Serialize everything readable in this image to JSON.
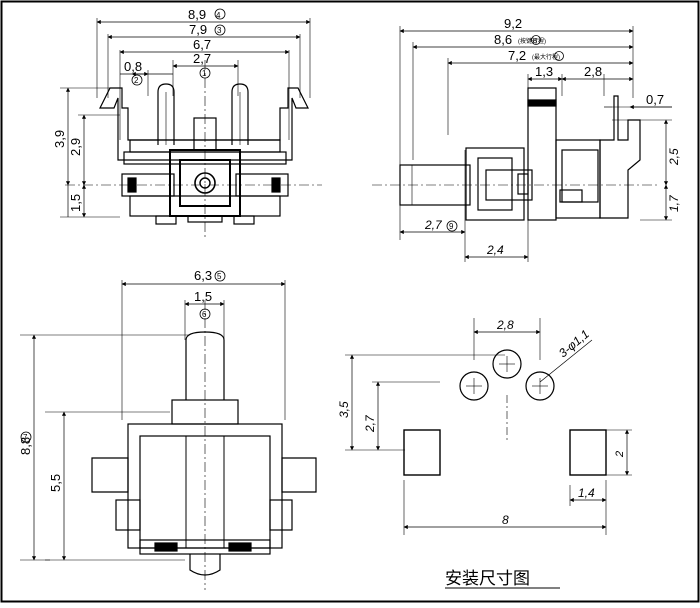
{
  "front_view": {
    "dims": {
      "overall_width": "8,9",
      "width_79": "7,9",
      "width_67": "6,7",
      "pin_pitch": "2,7",
      "pin_width": "0,8",
      "height_39": "3,9",
      "height_29": "2,9",
      "height_15": "1,5"
    },
    "markers": {
      "m4": "4",
      "m3": "3",
      "m1": "1",
      "m2": "2"
    }
  },
  "side_view": {
    "dims": {
      "overall_length": "9,2",
      "length_86": "8,6",
      "length_86_note": "(按键行程)",
      "length_72": "7,2",
      "length_72_note": "(最大行程)",
      "d13": "1,3",
      "d28": "2,8",
      "d07": "0,7",
      "d25": "2,5",
      "d17": "1,7",
      "d27": "2,7",
      "d24": "2,4"
    },
    "markers": {
      "m8": "8",
      "m9": "9"
    }
  },
  "bottom_view": {
    "dims": {
      "width_63": "6,3",
      "width_15": "1,5",
      "height_88": "8,8",
      "height_55": "5,5"
    },
    "markers": {
      "m5": "5",
      "m6": "6",
      "m7": "7"
    }
  },
  "mounting": {
    "dims": {
      "hole_pitch": "2,8",
      "holes": "3-φ1,1",
      "h35": "3,5",
      "h27": "2,7",
      "pad_h": "2",
      "pad_w": "1,4",
      "span": "8"
    },
    "title": "安装尺寸图"
  }
}
